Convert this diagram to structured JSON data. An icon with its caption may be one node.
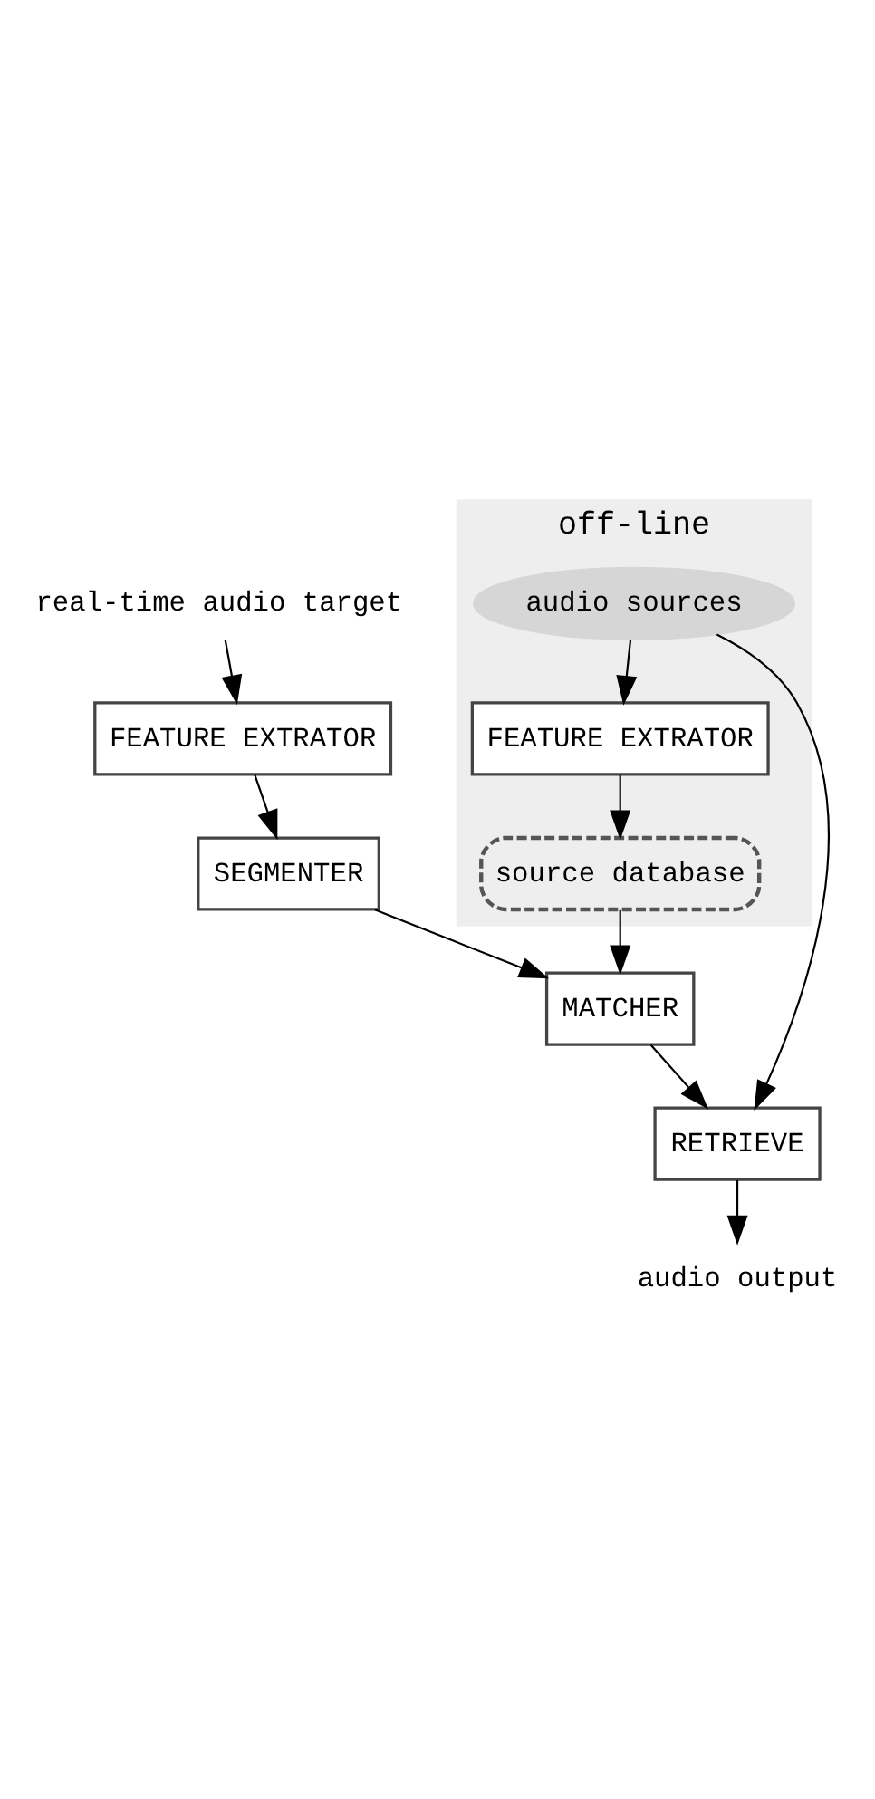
{
  "diagram": {
    "nodes": [
      {
        "text": [
          "real-time audio target"
        ]
      },
      {
        "text": [
          "off-line"
        ]
      },
      {
        "text": [
          "audio sources"
        ],
        "in": 1
      },
      {
        "text": [
          "FEATURE EXTRATOR"
        ]
      },
      {
        "text": [
          "FEATURE EXTRATOR"
        ],
        "in": 1
      },
      {
        "text": [
          "SEGMENTER"
        ]
      },
      {
        "text": [
          "source database"
        ],
        "in": 1
      },
      {
        "text": [
          "MATCHER"
        ]
      },
      {
        "text": [
          "RETRIEVE"
        ]
      },
      {
        "text": [
          "audio output"
        ]
      }
    ],
    "edges": [
      {
        "from": 0,
        "to": 3,
        "arrow": "to"
      },
      {
        "from": 2,
        "to": 4,
        "arrow": "to"
      },
      {
        "from": 3,
        "to": 5,
        "arrow": "to"
      },
      {
        "from": 4,
        "to": 6,
        "arrow": "to"
      },
      {
        "from": 5,
        "to": 7,
        "arrow": "to"
      },
      {
        "from": 6,
        "to": 7,
        "arrow": "to"
      },
      {
        "from": 7,
        "to": 8,
        "arrow": "to"
      },
      {
        "from": 2,
        "to": 8,
        "arrow": "to"
      },
      {
        "from": 8,
        "to": 9,
        "arrow": "to"
      }
    ]
  }
}
